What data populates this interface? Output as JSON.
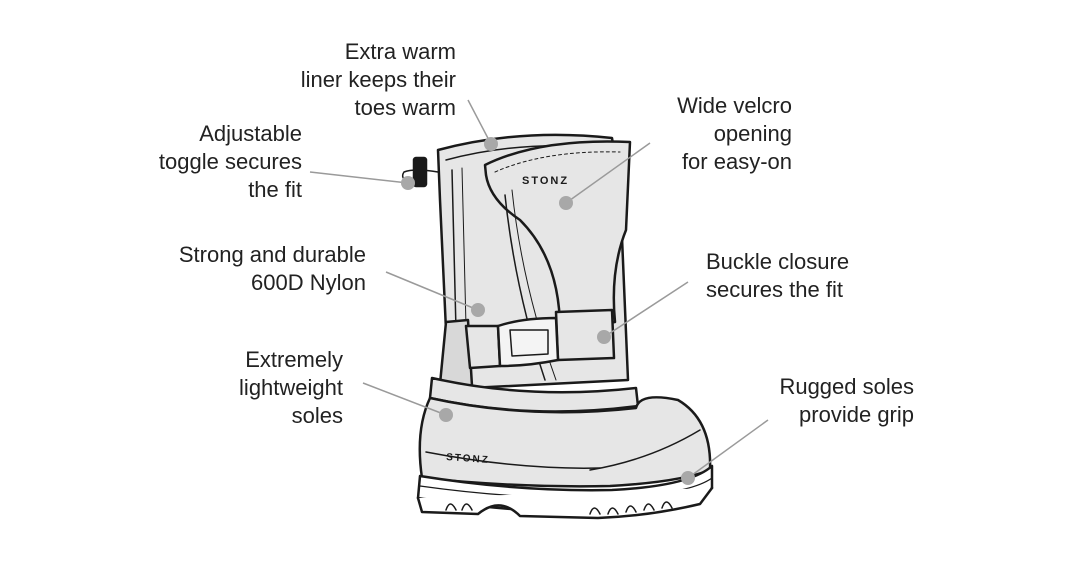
{
  "brand": "STONZ",
  "callouts": {
    "liner": "Extra warm\nliner keeps their\ntoes warm",
    "toggle": "Adjustable\ntoggle secures\nthe fit",
    "velcro": "Wide velcro\nopening\nfor easy-on",
    "nylon": "Strong and durable\n600D Nylon",
    "buckle": "Buckle closure\nsecures the fit",
    "soles_light": "Extremely\nlightweight\nsoles",
    "soles_grip": "Rugged soles\nprovide grip"
  },
  "colors": {
    "outline": "#1a1a1a",
    "fill": "#e6e6e6",
    "dot": "#a8a8a8",
    "leader": "#9a9a9a"
  }
}
